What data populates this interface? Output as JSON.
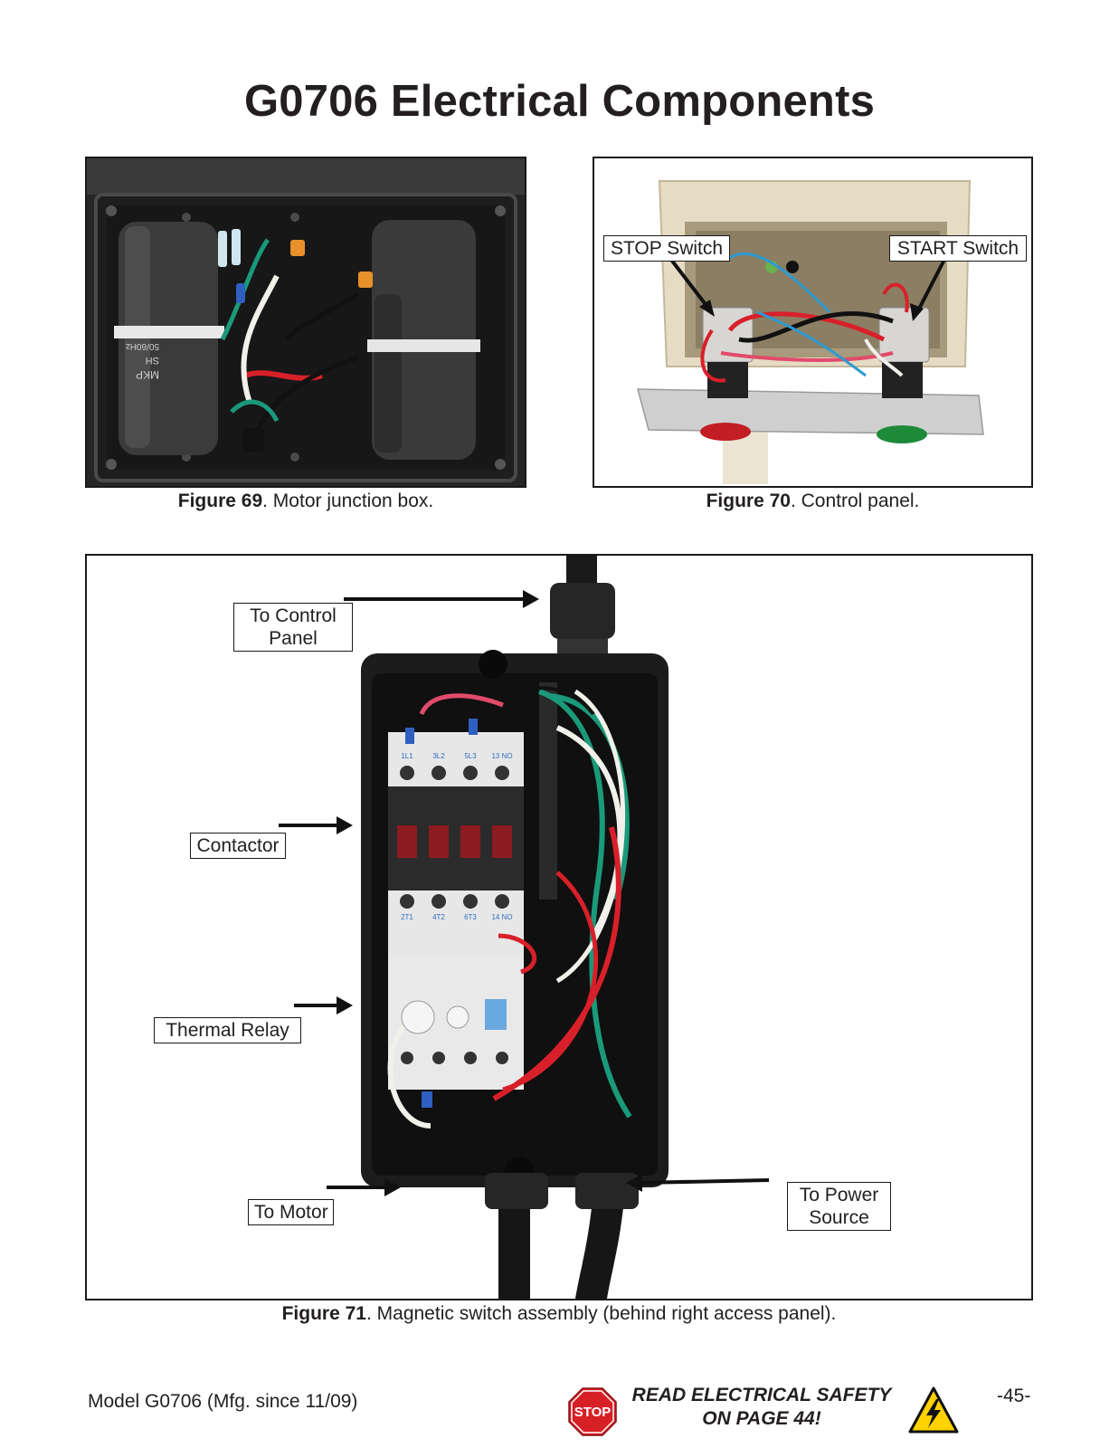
{
  "page": {
    "title": "G0706 Electrical Components"
  },
  "figures": {
    "fig69": {
      "number_label": "Figure 69",
      "caption_text": ". Motor junction box.",
      "printed_marks": [
        "MKP",
        "SH",
        "50/60Hz"
      ]
    },
    "fig70": {
      "number_label": "Figure 70",
      "caption_text": ". Control panel.",
      "callouts": {
        "stop": "STOP Switch",
        "start": "START Switch"
      }
    },
    "fig71": {
      "number_label": "Figure 71",
      "caption_text": ". Magnetic switch assembly (behind right access panel).",
      "callouts": {
        "control_line1": "To Control",
        "control_line2": "Panel",
        "contactor": "Contactor",
        "thermal": "Thermal Relay",
        "motor": "To Motor",
        "power_line1": "To Power",
        "power_line2": "Source"
      },
      "terminal_labels_top": [
        "1L1",
        "3L2",
        "5L3",
        "13 NO"
      ],
      "terminal_labels_bottom": [
        "2T1",
        "4T2",
        "6T3",
        "14 NO"
      ]
    }
  },
  "footer": {
    "model": "Model G0706 (Mfg. since 11/09)",
    "safety_line1": "READ ELECTRICAL SAFETY",
    "safety_line2": "ON PAGE 44!",
    "stop_sign_text": "STOP",
    "page_number": "-45-"
  },
  "colors": {
    "wire_red": "#d8202a",
    "wire_green": "#1a9a7a",
    "wire_white": "#f2f0ea",
    "box_black": "#1c1c1c",
    "stop_red": "#d71f26",
    "hazard_yellow": "#ffd200"
  },
  "icons": [
    "stop-sign-icon",
    "electrical-hazard-icon"
  ]
}
